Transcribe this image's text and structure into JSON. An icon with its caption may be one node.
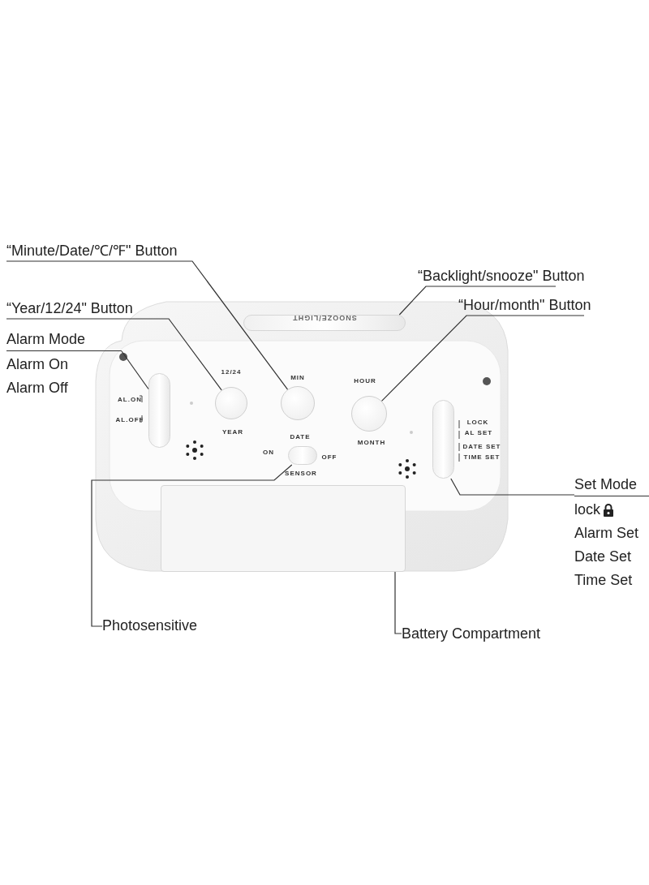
{
  "diagram": {
    "nodes": [
      {
        "text": [
          "“Minute/Date/℃/℉\" Button"
        ]
      },
      {
        "text": [
          "“Backlight/snooze\" Button"
        ]
      },
      {
        "text": [
          "“Year/12/24\" Button"
        ]
      },
      {
        "text": [
          "“Hour/month\" Button"
        ]
      },
      {
        "text": [
          "Alarm Mode",
          "Alarm On",
          "Alarm Off"
        ]
      },
      {
        "text": [
          "Set Mode",
          "lock",
          "Alarm Set",
          "Date Set",
          "Time Set"
        ]
      },
      {
        "text": [
          "Photosensitive"
        ]
      },
      {
        "text": [
          "Battery Compartment"
        ]
      },
      {
        "text": [],
        "shape": "box"
      },
      {
        "text": [],
        "shape": "circle"
      },
      {
        "text": [],
        "shape": "circle"
      },
      {
        "text": [],
        "shape": "box"
      },
      {
        "text": [],
        "shape": "circle"
      },
      {
        "text": [],
        "shape": "box"
      },
      {
        "text": [],
        "shape": "box"
      },
      {
        "text": [],
        "shape": "box"
      }
    ],
    "edges": [
      {
        "from": 0,
        "to": 10,
        "arrow": "none"
      },
      {
        "from": 1,
        "to": 11,
        "arrow": "none"
      },
      {
        "from": 2,
        "to": 9,
        "arrow": "none"
      },
      {
        "from": 3,
        "to": 12,
        "arrow": "none"
      },
      {
        "from": 4,
        "to": 8,
        "arrow": "none"
      },
      {
        "from": 5,
        "to": 13,
        "arrow": "none"
      },
      {
        "from": 6,
        "to": 14,
        "arrow": "none"
      },
      {
        "from": 7,
        "to": 15,
        "arrow": "none"
      }
    ],
    "labels": [
      "SNOOZE/LIGHT",
      "AL.ON",
      "AL.OFF",
      "12/24",
      "YEAR",
      "MIN",
      "DATE",
      "HOUR",
      "MONTH",
      "ON",
      "OFF",
      "SENSOR",
      "LOCK",
      "AL SET",
      "DATE SET",
      "TIME SET"
    ]
  }
}
